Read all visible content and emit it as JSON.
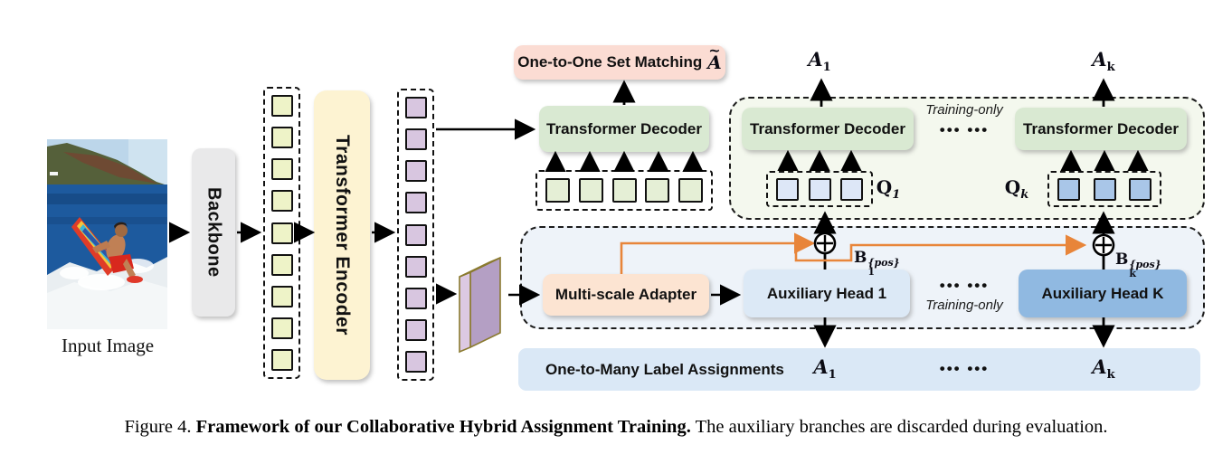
{
  "colors": {
    "orange_arrow": "#E8853A",
    "decoder_green": "#D9E9D2",
    "query_green": "#E5EFD6",
    "matching_salmon": "#FBDCD3",
    "adapter_peach": "#FCE4D2",
    "encoder_yellow": "#FDF3D2",
    "token_yellow": "#EEF3C8",
    "token_purple": "#D8C6E0",
    "query_blue_light": "#DDE7F7",
    "query_blue": "#A9C6E8",
    "aux_head_light_blue": "#DCE9F6",
    "aux_head_blue": "#90B9E1",
    "container_green": "#F4F8EE",
    "container_blue": "#EEF3F9",
    "assignments_blue": "#DAE8F6",
    "backbone_gray": "#E9E9EA"
  },
  "pipeline": {
    "input_image_label": "Input Image",
    "backbone": "Backbone",
    "encoder": "Transformer Encoder"
  },
  "main_branch": {
    "decoder": "Transformer Decoder",
    "matching_label": "One-to-One Set Matching",
    "matching_symbol": {
      "base": "A",
      "accent": "~"
    }
  },
  "aux_decoders": {
    "decoder_1": "Transformer Decoder",
    "decoder_k": "Transformer Decoder",
    "training_only": "Training-only",
    "dots": "••• •••",
    "q1": {
      "base": "Q",
      "sub": "1"
    },
    "qk": {
      "base": "Q",
      "sub": "k"
    },
    "a1": {
      "base": "A",
      "sub": "1"
    },
    "ak": {
      "base": "A",
      "sub": "k"
    }
  },
  "aux_heads": {
    "adapter": "Multi-scale Adapter",
    "head_1": "Auxiliary Head 1",
    "head_k": "Auxiliary Head K",
    "training_only": "Training-only",
    "dots": "••• •••",
    "b1": {
      "base": "B",
      "sub": "1",
      "sup": "{pos}"
    },
    "bk": {
      "base": "B",
      "sub": "k",
      "sup": "{pos}"
    }
  },
  "assignments": {
    "label": "One-to-Many Label Assignments",
    "a1": {
      "base": "A",
      "sub": "1"
    },
    "ak": {
      "base": "A",
      "sub": "k"
    },
    "dots": "••• •••"
  },
  "tokens": {
    "backbone_count": 9,
    "encoder_count": 9,
    "main_query_count": 5,
    "q1_count": 3,
    "qk_count": 3
  },
  "caption": {
    "figure": "Figure 4.",
    "bold": "Framework of our Collaborative Hybrid Assignment Training.",
    "rest": "The auxiliary branches are discarded during evaluation."
  }
}
